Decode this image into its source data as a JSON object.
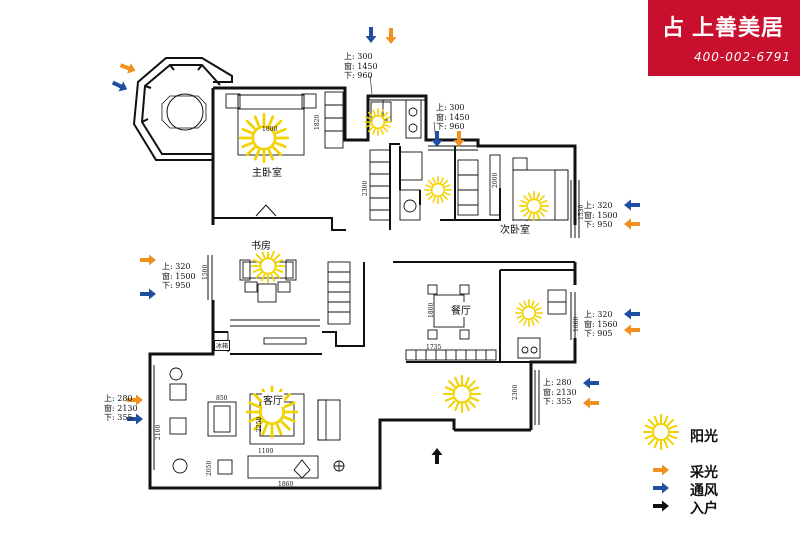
{
  "brand": {
    "mark": "占",
    "name": "上善美居",
    "phone": "400-002-6791",
    "color": "#c8102e"
  },
  "legend": {
    "sun": {
      "label": "阳光",
      "icon": "sun-icon"
    },
    "light": {
      "label": "采光",
      "icon": "orange-arrow-icon",
      "color": "#f0901e"
    },
    "wind": {
      "label": "通风",
      "icon": "blue-arrow-icon",
      "color": "#1f4fa3"
    },
    "entry": {
      "label": "入户",
      "icon": "black-arrow-icon",
      "color": "#111111"
    }
  },
  "rooms": {
    "master": "主卧室",
    "study": "书房",
    "second": "次卧室",
    "dining": "餐厅",
    "living": "客厅"
  },
  "specs": {
    "top_a": [
      "上: 300",
      "窗: 1450",
      "下: 960"
    ],
    "top_b": [
      "上: 300",
      "窗: 1450",
      "下: 960"
    ],
    "right_a": [
      "上: 320",
      "窗: 1500",
      "下: 950"
    ],
    "right_b": [
      "上: 320",
      "窗: 1560",
      "下: 905"
    ],
    "right_c": [
      "上: 280",
      "窗: 2130",
      "下: 355"
    ],
    "left_a": [
      "上: 320",
      "窗: 1500",
      "下: 950"
    ],
    "left_b": [
      "上: 280",
      "窗: 2130",
      "下: 355"
    ]
  },
  "dims": {
    "d1800": "1800",
    "d1820": "1820",
    "d2300": "2300",
    "d2000": "2000",
    "d1530": "1530",
    "d1735": "1735",
    "d1800b": "1800",
    "d1500": "1500",
    "d1080": "1080",
    "d2300b": "2300",
    "d2100": "2100",
    "d850": "850",
    "d2250": "2250",
    "d1100": "1100",
    "d2050": "2050",
    "d1860": "1860"
  },
  "fridge": "冰箱"
}
